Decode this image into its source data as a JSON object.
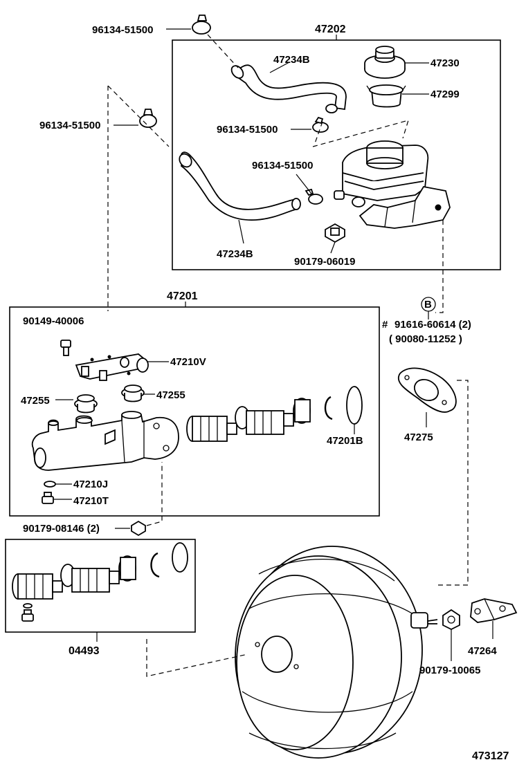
{
  "labels": {
    "assy_reservoir": "47202",
    "clip_top": "96134-51500",
    "clip_left": "96134-51500",
    "clip_mid": "96134-51500",
    "clip_low": "96134-51500",
    "hose_upper": "47234B",
    "hose_lower": "47234B",
    "cap": "47230",
    "strainer": "47299",
    "nut_reservoir": "90179-06019",
    "assy_master": "47201",
    "bolt": "90149-40006",
    "union": "47210V",
    "grommet_left": "47255",
    "grommet_right": "47255",
    "repair_kit": "47201B",
    "gasket_j": "47210J",
    "bolt_t": "47210T",
    "nut_master": "90179-08146 (2)",
    "ref_b": "B",
    "hash": "#",
    "stud_main": "91616-60614 (2)",
    "stud_alt": "( 90080-11252  )",
    "gasket_booster": "47275",
    "kit_04493": "04493",
    "nut_booster": "90179-10065",
    "bracket": "47264",
    "diagram_no": "473127"
  }
}
